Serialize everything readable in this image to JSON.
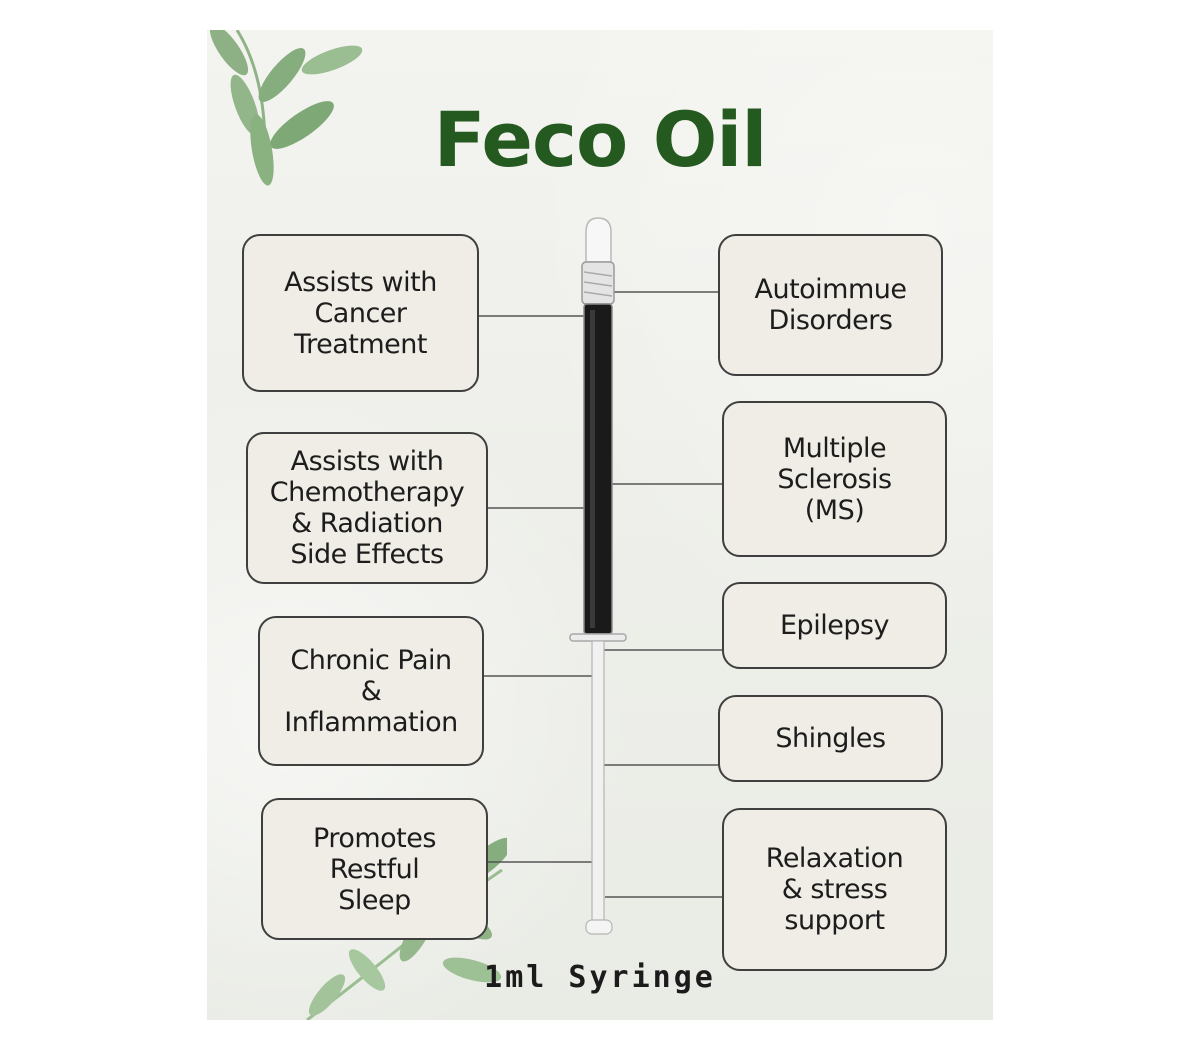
{
  "title": "Feco Oil",
  "caption": "1ml Syringe",
  "colors": {
    "title_green": "#245a1f",
    "card_fill": "#efede6",
    "card_border": "#3f3f3f",
    "leaf_green": "#7fa877",
    "oil_black": "#1a1a1a"
  },
  "benefits_left": [
    "Assists with\nCancer\nTreatment",
    "Assists with\nChemotherapy\n& Radiation\nSide Effects",
    "Chronic Pain\n&\nInflammation",
    "Promotes\nRestful\nSleep"
  ],
  "benefits_right": [
    "Autoimmue\nDisorders",
    "Multiple\nSclerosis\n(MS)",
    "Epilepsy",
    "Shingles",
    "Relaxation\n& stress\nsupport"
  ],
  "decor": [
    "leaf-branch-icon",
    "syringe-icon"
  ]
}
